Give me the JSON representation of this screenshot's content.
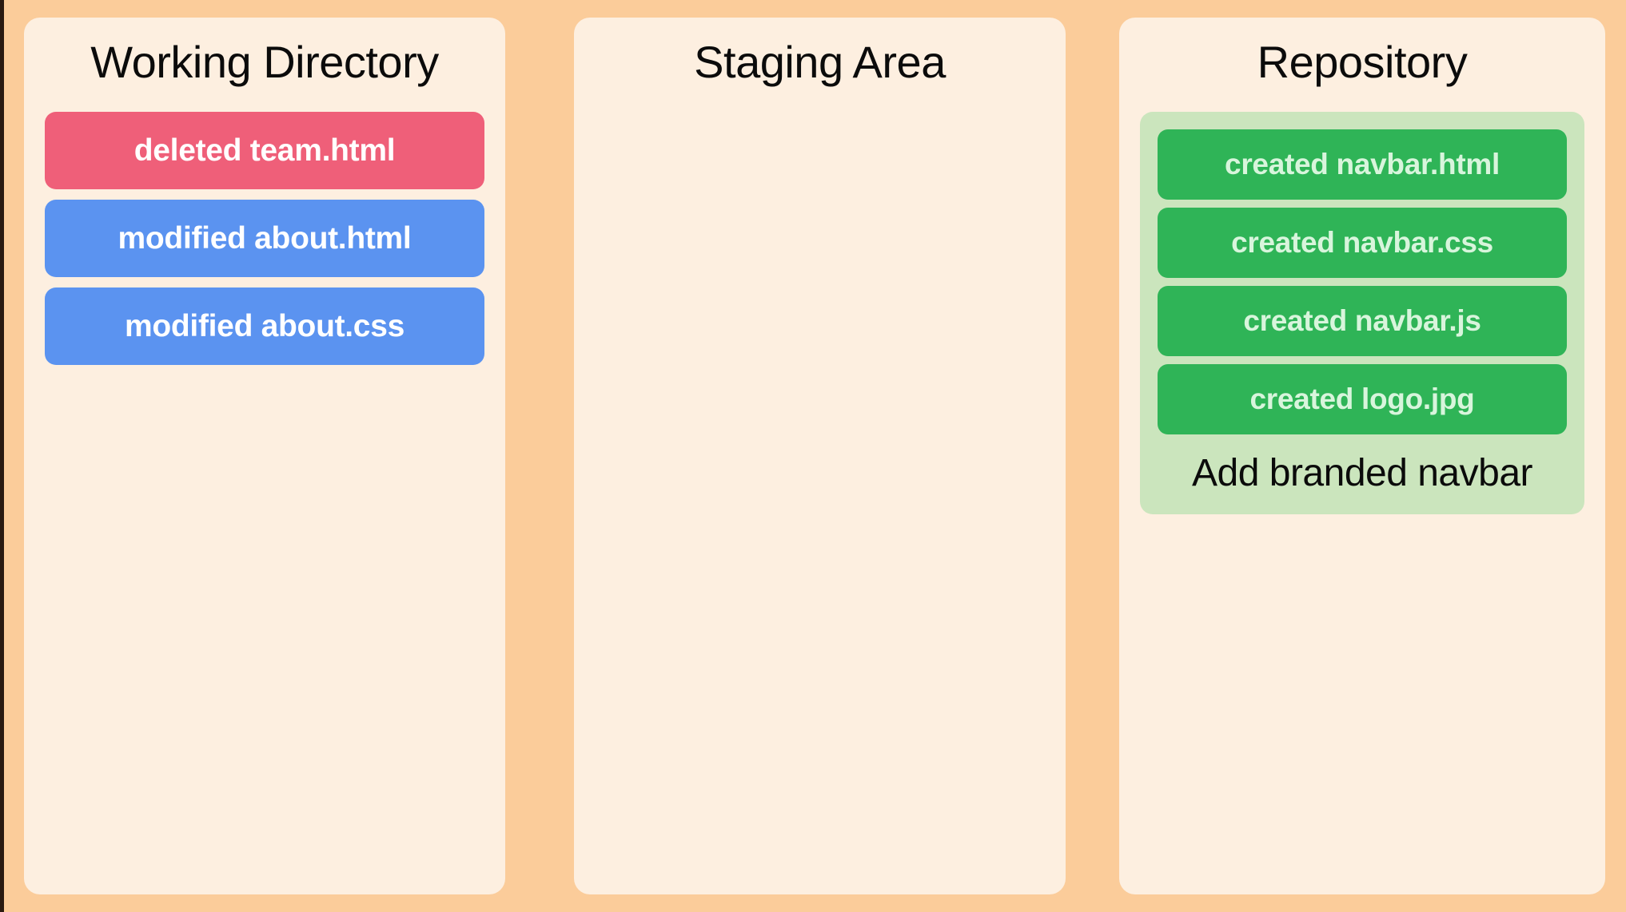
{
  "theme": {
    "background": "#FBCC9A",
    "panel_background": "#FDEFE0",
    "title_color": "#0B0B0B",
    "deleted_chip_color": "#EF5F79",
    "modified_chip_color": "#5B93F0",
    "created_chip_color": "#2FB457",
    "created_chip_text_color": "#D8F5DC",
    "commit_group_background": "#CBE5BD",
    "chip_text_color": "#FFFFFF"
  },
  "columns": {
    "working_directory": {
      "title": "Working Directory",
      "changes": [
        {
          "label": "deleted team.html",
          "status": "deleted"
        },
        {
          "label": "modified about.html",
          "status": "modified"
        },
        {
          "label": "modified about.css",
          "status": "modified"
        }
      ]
    },
    "staging_area": {
      "title": "Staging Area",
      "changes": []
    },
    "repository": {
      "title": "Repository",
      "commits": [
        {
          "message": "Add branded navbar",
          "changes": [
            {
              "label": "created navbar.html",
              "status": "created"
            },
            {
              "label": "created navbar.css",
              "status": "created"
            },
            {
              "label": "created navbar.js",
              "status": "created"
            },
            {
              "label": "created logo.jpg",
              "status": "created"
            }
          ]
        }
      ]
    }
  }
}
